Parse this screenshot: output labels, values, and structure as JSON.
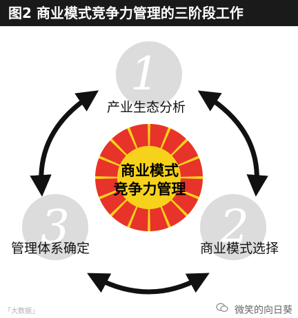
{
  "title": "图2  商业模式竞争力管理的三阶段工作",
  "center": {
    "line1": "商业模式",
    "line2": "竞争力管理"
  },
  "steps": [
    {
      "number": "1",
      "label": "产业生态分析"
    },
    {
      "number": "2",
      "label": "商业模式选择"
    },
    {
      "number": "3",
      "label": "管理体系确定"
    }
  ],
  "footer": {
    "source": "「大数据」",
    "account": "微笑的向日葵"
  },
  "colors": {
    "title_bg": "#1a1a1a",
    "circle_gray": "#dcdcdc",
    "sun_red": "#e8332a",
    "sun_yellow": "#f7d21b",
    "arrow": "#111111"
  }
}
